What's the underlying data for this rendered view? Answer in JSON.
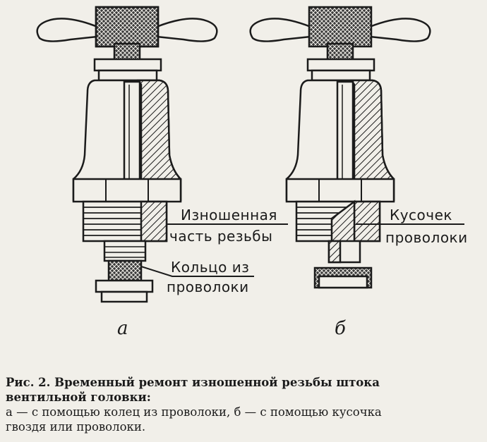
{
  "labels": {
    "worn_line1": "Изношенная",
    "worn_line2": "часть резьбы",
    "ring_line1": "Кольцо из",
    "ring_line2": "проволоки",
    "piece_line1": "Кусочек",
    "piece_line2": "проволоки",
    "sub_a": "а",
    "sub_b": "б"
  },
  "caption": {
    "title_line1": "Рис. 2. Временный ремонт изношенной резьбы штока",
    "title_line2": "вентильной головки:",
    "desc_line1": "а — с помощью колец из проволоки, б — с помощью кусочка",
    "desc_line2": "гвоздя или проволоки."
  }
}
